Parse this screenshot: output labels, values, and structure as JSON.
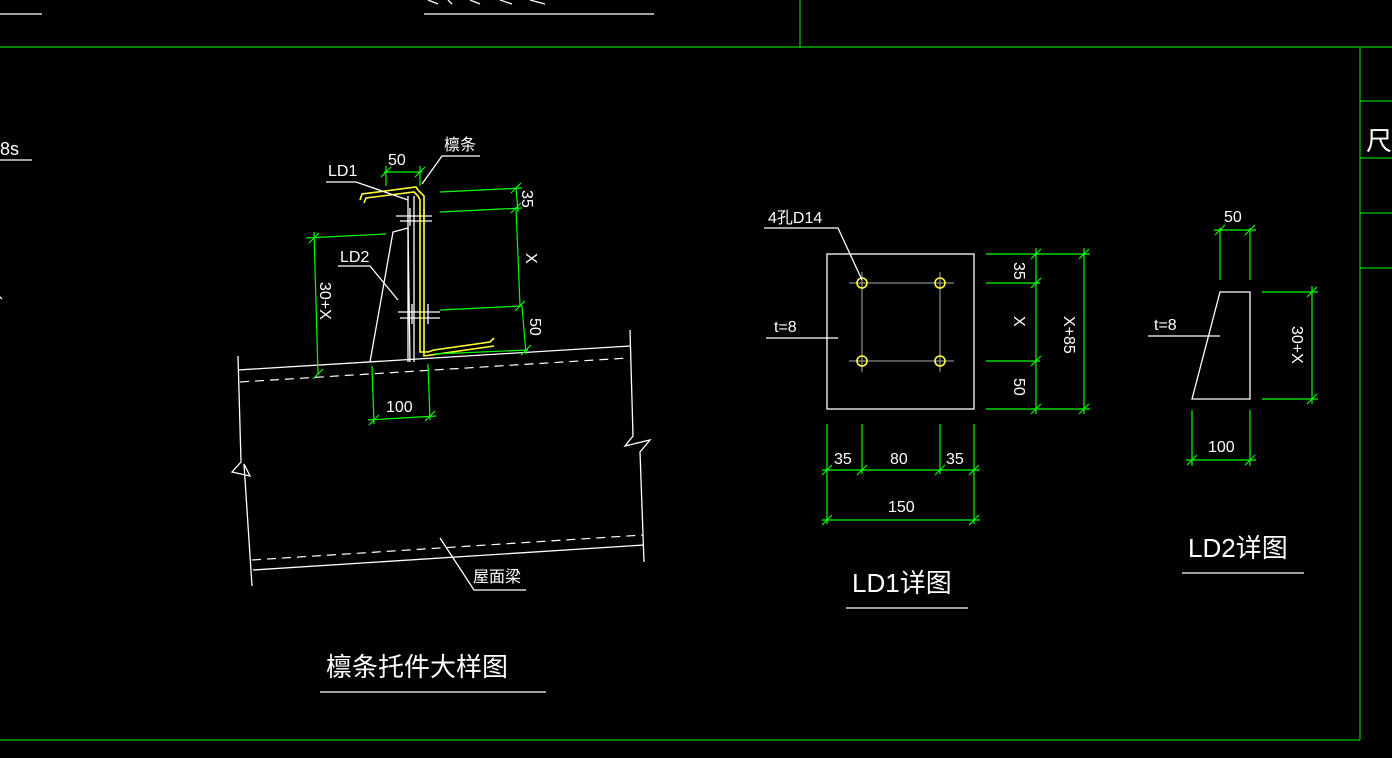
{
  "colors": {
    "background": "#000000",
    "frame": "#00cc00",
    "dimension": "#00ff00",
    "outline": "#ffffff",
    "purlin": "#ffff33"
  },
  "left_edge_text": "8s",
  "right_edge_text": "尺寸",
  "main_detail": {
    "title": "檩条托件大样图",
    "label_ld1": "LD1",
    "label_ld2": "LD2",
    "label_purlin": "檩条",
    "label_roof_beam": "屋面梁",
    "dim_top": "50",
    "dim_35": "35",
    "dim_x": "X",
    "dim_50": "50",
    "dim_30x": "30+X",
    "dim_100": "100"
  },
  "ld1_detail": {
    "title": "LD1详图",
    "holes_label": "4孔D14",
    "thickness": "t=8",
    "dim_35_right": "35",
    "dim_x": "X",
    "dim_50_right": "50",
    "dim_total_right": "X+85",
    "dim_35_bottom_left": "35",
    "dim_80": "80",
    "dim_35_bottom_right": "35",
    "dim_150": "150"
  },
  "ld2_detail": {
    "title": "LD2详图",
    "thickness": "t=8",
    "dim_50": "50",
    "dim_30x": "30+X",
    "dim_100": "100"
  }
}
